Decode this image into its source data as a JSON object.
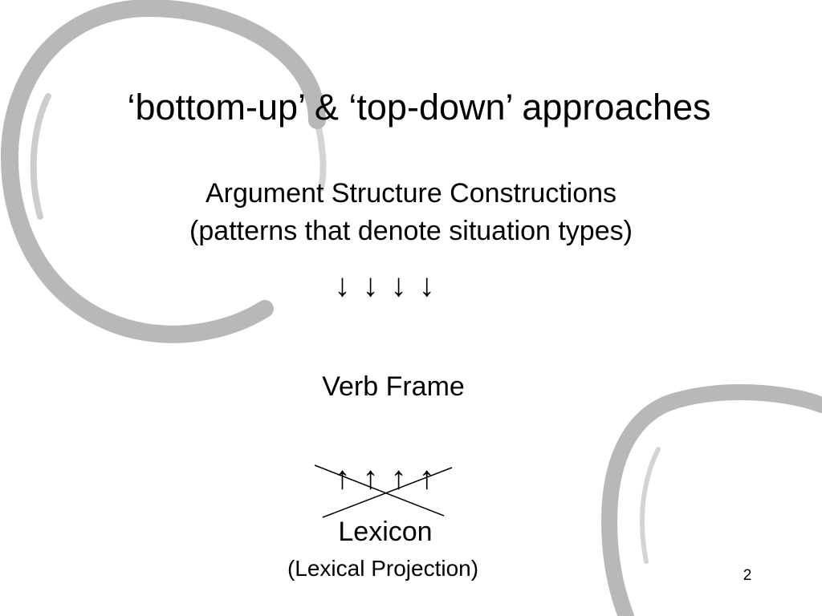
{
  "slide": {
    "title": "‘bottom-up’ & ‘top-down’ approaches",
    "subtitle_line1": "Argument Structure Constructions",
    "subtitle_line2": "(patterns that denote situation types)",
    "down_arrows": "↓ ↓ ↓ ↓",
    "verb_frame": "Verb Frame",
    "up_arrows": "↑ ↑ ↑ ↑",
    "lexicon": "Lexicon",
    "lexical_projection": "(Lexical Projection)",
    "page_number": "2"
  },
  "colors": {
    "background": "#ffffff",
    "text": "#000000",
    "swirl": "#b8b8b8"
  }
}
